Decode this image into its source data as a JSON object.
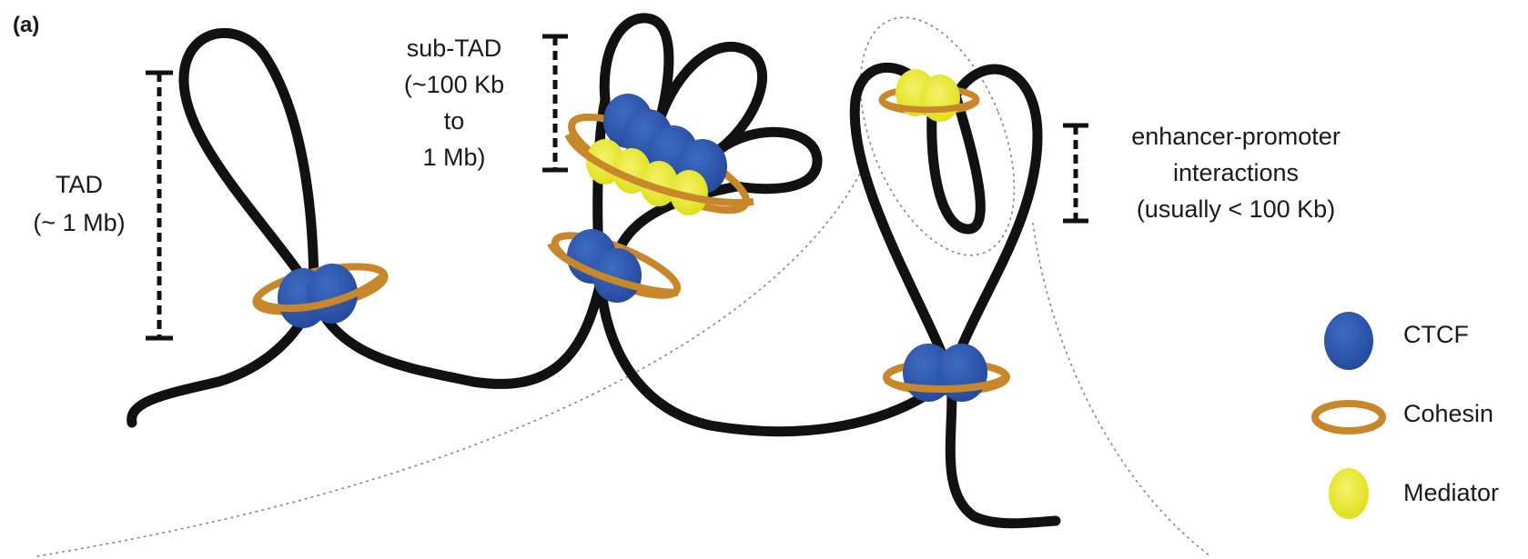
{
  "panel_label": "(a)",
  "annotations": {
    "tad": [
      "TAD",
      "(~ 1 Mb)"
    ],
    "sub_tad": [
      "sub-TAD",
      "(~100 Kb",
      "to",
      "1 Mb)"
    ],
    "enhancer_promoter": [
      "enhancer-promoter",
      "interactions",
      "(usually < 100 Kb)"
    ]
  },
  "legend": [
    {
      "label": "CTCF",
      "icon": "ctcf-blob-icon",
      "color": "#2f5db3"
    },
    {
      "label": "Cohesin",
      "icon": "cohesin-ring-icon",
      "color": "#c8872b"
    },
    {
      "label": "Mediator",
      "icon": "mediator-blob-icon",
      "color": "#e3e41a"
    }
  ],
  "colors": {
    "chromatin": "#111111",
    "ctcf": "#2f5db3",
    "ctcf_dark": "#24489a",
    "cohesin": "#c8872b",
    "mediator": "#e3e41a",
    "mediator_light": "#f0f08a",
    "dotted": "#888888"
  }
}
